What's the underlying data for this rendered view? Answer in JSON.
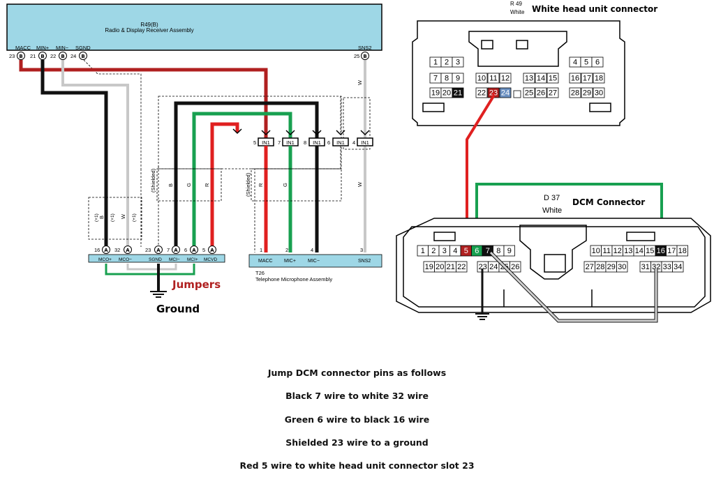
{
  "left": {
    "r49_id": "R49(B)",
    "r49_name": "Radio & Display Receiver Assembly",
    "r49_pins": [
      {
        "num": "23",
        "letter": "B",
        "name": "MACC"
      },
      {
        "num": "21",
        "letter": "B",
        "name": "MIN+"
      },
      {
        "num": "22",
        "letter": "B",
        "name": "MIN−"
      },
      {
        "num": "24",
        "letter": "B",
        "name": "SGND"
      }
    ],
    "r49_sns2": {
      "num": "25",
      "letter": "B",
      "name": "SNS2"
    },
    "wire_w": "W",
    "in1_label": "IN1",
    "in1_nums": [
      "5",
      "7",
      "8",
      "6",
      "4"
    ],
    "shielded": "(Shielded)",
    "wire_letters": [
      "B",
      "G",
      "R"
    ],
    "wire_letters2": [
      "R",
      "G",
      "W"
    ],
    "shield_small": [
      "(+1)",
      "B",
      "(+1)",
      "W",
      "(+1)"
    ],
    "dcm_pins": [
      {
        "num": "16",
        "letter": "A",
        "name": "MCO+"
      },
      {
        "num": "32",
        "letter": "A",
        "name": "MCO−"
      },
      {
        "num": "23",
        "letter": "A",
        "name": "SGND"
      },
      {
        "num": "7",
        "letter": "A",
        "name": "MCI−"
      },
      {
        "num": "6",
        "letter": "A",
        "name": "MCI+"
      },
      {
        "num": "5",
        "letter": "A",
        "name": "MCVD"
      }
    ],
    "t26_pins": [
      {
        "num": "1",
        "name": "MACC"
      },
      {
        "num": "2",
        "name": "MIC+"
      },
      {
        "num": "4",
        "name": "MIC−"
      },
      {
        "num": "3",
        "name": "SNS2"
      }
    ],
    "t26_id": "T26",
    "t26_name": "Telephone Microphone Assembly",
    "jumpers": "Jumpers",
    "ground": "Ground"
  },
  "head_unit": {
    "id": "R 49",
    "color_word": "White",
    "title": "White head unit connector",
    "row1": [
      "1",
      "2",
      "3",
      "4",
      "5",
      "6"
    ],
    "row2": [
      "7",
      "8",
      "9",
      "10",
      "11",
      "12",
      "13",
      "14",
      "15",
      "16",
      "17",
      "18"
    ],
    "row3": [
      "19",
      "20",
      "21",
      "22",
      "23",
      "24",
      "",
      "25",
      "26",
      "27",
      "28",
      "29",
      "30"
    ]
  },
  "dcm": {
    "id": "D 37",
    "color_word": "White",
    "title": "DCM Connector",
    "row1": [
      "1",
      "2",
      "3",
      "4",
      "5",
      "6",
      "7",
      "8",
      "9",
      "10",
      "11",
      "12",
      "13",
      "14",
      "15",
      "16",
      "17",
      "18"
    ],
    "row2": [
      "19",
      "20",
      "21",
      "22",
      "23",
      "24",
      "25",
      "26",
      "27",
      "28",
      "29",
      "30",
      "31",
      "32",
      "33",
      "34"
    ]
  },
  "instructions": [
    "Jump DCM connector pins as follows",
    "Black 7 wire to white 32 wire",
    "Green 6 wire to black 16 wire",
    "Shielded 23 wire to a ground",
    "Red 5 wire to white head unit connector slot 23"
  ],
  "colors": {
    "box_blue": "#9ed7e6",
    "red": "#e02020",
    "dark_red": "#b02020",
    "green": "#18a050",
    "black": "#111111",
    "gray": "#bdbdbd",
    "jumpers_text": "#b02020"
  }
}
